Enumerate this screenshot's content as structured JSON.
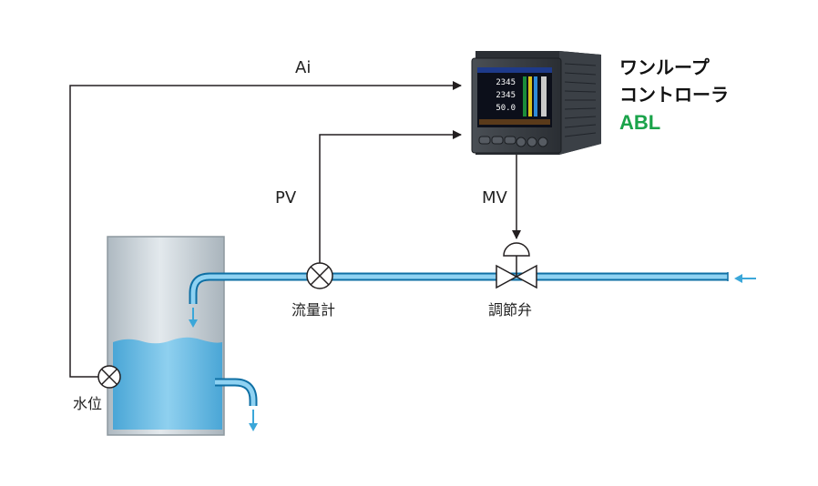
{
  "labels": {
    "ai": "Ai",
    "pv": "PV",
    "mv": "MV",
    "flowmeter": "流量計",
    "valve": "調節弁",
    "water_level": "水位"
  },
  "controller": {
    "title_line1": "ワンループ",
    "title_line2": "コントローラ",
    "model": "ABL",
    "screen_values": [
      "2345",
      "2345",
      "50.0"
    ]
  },
  "colors": {
    "pipe": "#3ba7d9",
    "water": "#6cbde6",
    "line": "#231f20",
    "model": "#1aa34a",
    "tank": "#c9d2d8"
  }
}
